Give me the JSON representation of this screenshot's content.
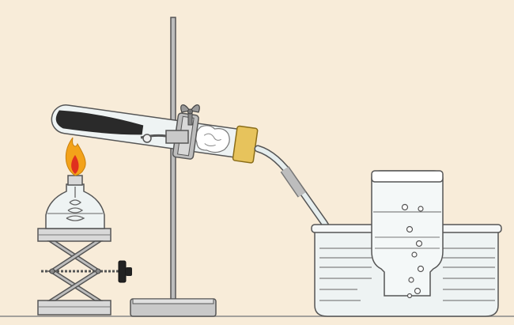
{
  "scene": {
    "type": "lab-apparatus-illustration",
    "description_components": [
      "alcohol-lamp",
      "lab-jack",
      "iron-stand",
      "clamp",
      "test-tube",
      "cotton-plug",
      "rubber-stopper",
      "delivery-tube",
      "water-trough",
      "gas-collecting-bottle"
    ]
  },
  "colors": {
    "background": "#f8ecd9",
    "outline": "#555555",
    "glass": "#eef3f3",
    "flame_outer": "#f3a21a",
    "flame_inner": "#e0301e",
    "stopper": "#e7c35c",
    "metal": "#9a9a9a",
    "dark_metal": "#555555",
    "solid_in_tube": "#2a2a2a",
    "knob": "#222222"
  }
}
